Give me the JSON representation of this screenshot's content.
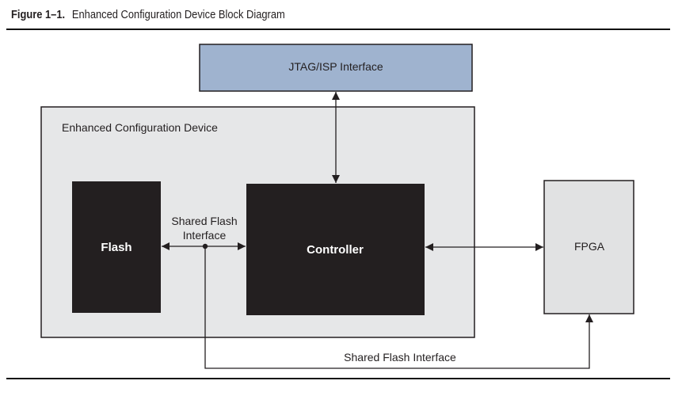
{
  "figure": {
    "number": "Figure 1–1.",
    "title": "Enhanced Configuration Device Block Diagram"
  },
  "blocks": {
    "jtag": {
      "label": "JTAG/ISP Interface",
      "fill": "#9fb3cf"
    },
    "device": {
      "label": "Enhanced Configuration Device",
      "fill": "#e6e7e8"
    },
    "flash": {
      "label": "Flash",
      "fill": "#231f20"
    },
    "controller": {
      "label": "Controller",
      "fill": "#231f20"
    },
    "fpga": {
      "label": "FPGA",
      "fill": "#e1e2e3"
    }
  },
  "connections": {
    "flash_controller": {
      "label_line1": "Shared Flash",
      "label_line2": "Interface"
    },
    "flash_fpga": {
      "label": "Shared Flash Interface"
    },
    "jtag_controller": {
      "label": ""
    },
    "controller_fpga": {
      "label": ""
    }
  }
}
